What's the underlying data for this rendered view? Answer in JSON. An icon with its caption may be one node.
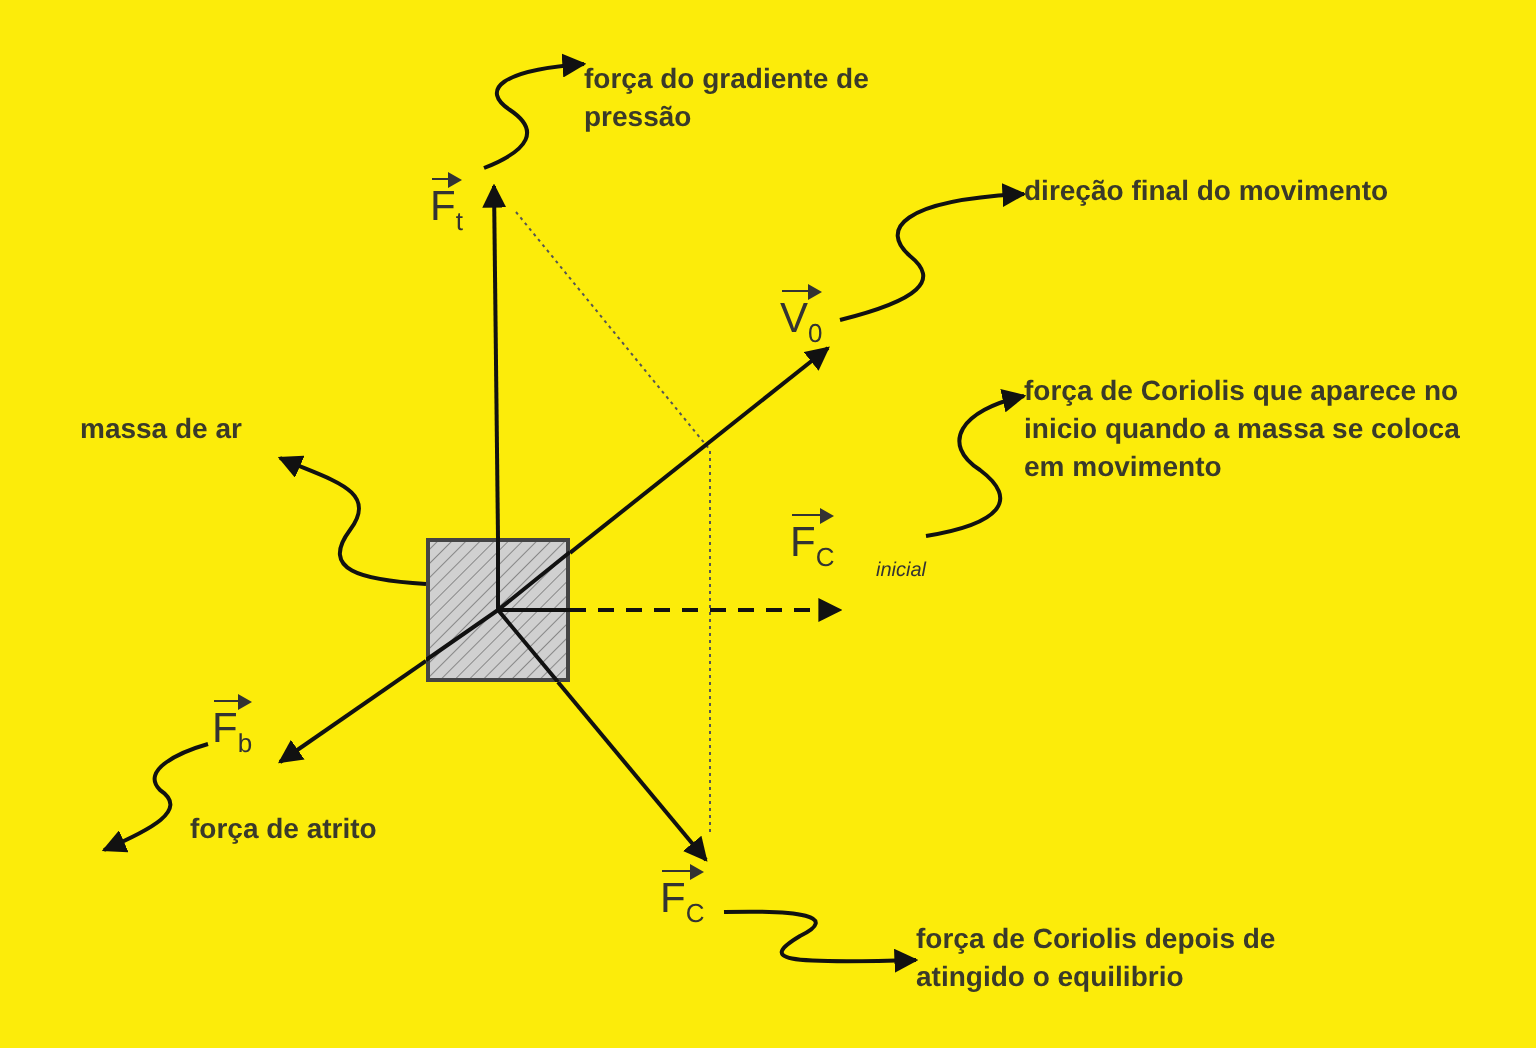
{
  "diagram": {
    "nodes": [
      {
        "text": [],
        "shape": "box"
      },
      {
        "text": [
          "massa de ar"
        ]
      },
      {
        "text": [
          "F$_{t}$"
        ]
      },
      {
        "text": [
          "força do gradiente de pressão"
        ]
      },
      {
        "text": [
          "V$_{0}$"
        ]
      },
      {
        "text": [
          "direção final do movimento"
        ]
      },
      {
        "text": [
          "F$_{C}$"
        ],
        "beside": [
          "inicial"
        ]
      },
      {
        "text": [
          "força de Coriolis que aparece no inicio quando a massa se coloca em movimento"
        ]
      },
      {
        "text": [
          "F$_{b}$"
        ]
      },
      {
        "text": [
          "F$_{C}$"
        ]
      },
      {
        "text": [
          "força de Coriolis depois de atingido o equilibrio"
        ]
      }
    ],
    "edges": [
      {
        "from": 0,
        "to": 2,
        "arrow": "to"
      },
      {
        "from": 0,
        "to": 4,
        "arrow": "to"
      },
      {
        "from": 0,
        "to": 6,
        "arrow": "to",
        "style": "dashed"
      },
      {
        "from": 0,
        "to": 8,
        "arrow": "to"
      },
      {
        "from": 0,
        "to": 9,
        "arrow": "to"
      },
      {
        "from": 0,
        "to": 1,
        "arrow": "to"
      },
      {
        "from": 2,
        "to": 3,
        "arrow": "to"
      },
      {
        "from": 4,
        "to": 5,
        "arrow": "to"
      },
      {
        "from": 6,
        "to": 7,
        "arrow": "to"
      },
      {
        "from": 8,
        "to": null,
        "arrow": "to"
      },
      {
        "from": 9,
        "to": 10,
        "arrow": "to"
      }
    ],
    "labels": [
      "força de atrito"
    ]
  }
}
